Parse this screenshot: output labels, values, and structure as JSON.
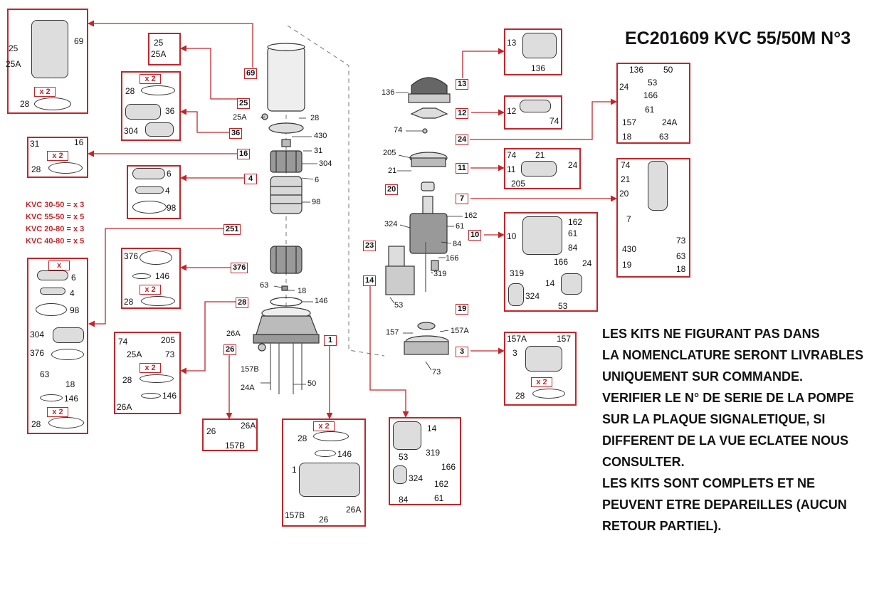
{
  "title": "EC201609 KVC 55/50M N°3",
  "notes": [
    "LES KITS NE FIGURANT PAS DANS",
    "LA NOMENCLATURE SERONT LIVRABLES",
    "UNIQUEMENT SUR COMMANDE.",
    "VERIFIER LE N° DE SERIE DE LA POMPE",
    "SUR LA PLAQUE SIGNALETIQUE, SI",
    "DIFFERENT DE LA VUE ECLATEE NOUS",
    "CONSULTER.",
    "LES KITS SONT COMPLETS ET NE",
    "PEUVENT ETRE DEPAREILLES (AUCUN",
    "RETOUR PARTIEL)."
  ],
  "stage_variants": [
    "KVC 30-50 = x 3",
    "KVC 55-50 = x 5",
    "KVC 20-80 = x 3",
    "KVC 40-80 = x 5"
  ],
  "qty": {
    "x2": "x 2",
    "x": "x"
  },
  "kits": {
    "k69": {
      "ref": "69",
      "parts": [
        "25",
        "25A",
        "69",
        "28"
      ]
    },
    "k25": {
      "ref": "25",
      "parts": [
        "25",
        "25A"
      ]
    },
    "k36": {
      "ref": "36",
      "parts": [
        "28",
        "36",
        "304"
      ]
    },
    "k16": {
      "ref": "16",
      "parts": [
        "31",
        "16",
        "28"
      ]
    },
    "k4": {
      "ref": "4",
      "parts": [
        "6",
        "4",
        "98"
      ]
    },
    "k251": {
      "ref": "251",
      "parts": [
        "6",
        "4",
        "98",
        "304",
        "376",
        "63",
        "18",
        "146",
        "28"
      ]
    },
    "k376": {
      "ref": "376",
      "parts": [
        "376",
        "146",
        "28"
      ]
    },
    "k28": {
      "ref": "28",
      "parts": [
        "74",
        "205",
        "25A",
        "73",
        "28",
        "146",
        "26A"
      ]
    },
    "k26": {
      "ref": "26",
      "parts": [
        "26",
        "26A",
        "157B"
      ]
    },
    "k1": {
      "ref": "1",
      "parts": [
        "28",
        "146",
        "1",
        "157B",
        "26",
        "26A"
      ]
    },
    "k13": {
      "ref": "13",
      "parts": [
        "13",
        "136"
      ]
    },
    "k12": {
      "ref": "12",
      "parts": [
        "12",
        "74"
      ]
    },
    "k24": {
      "ref": "24",
      "parts": [
        "136",
        "50",
        "24",
        "53",
        "166",
        "61",
        "157",
        "24A",
        "18",
        "63"
      ]
    },
    "k11": {
      "ref": "11",
      "parts": [
        "74",
        "21",
        "11",
        "24",
        "205"
      ]
    },
    "k20": {
      "ref": "20"
    },
    "k7": {
      "ref": "7",
      "parts": [
        "74",
        "21",
        "20",
        "7",
        "73",
        "430",
        "63",
        "19",
        "18"
      ]
    },
    "k10": {
      "ref": "10",
      "parts": [
        "162",
        "10",
        "61",
        "84",
        "166",
        "24",
        "319",
        "14",
        "324",
        "53"
      ]
    },
    "k23": {
      "ref": "23"
    },
    "k14": {
      "ref": "14",
      "parts": [
        "14",
        "53",
        "319",
        "166",
        "324",
        "162",
        "84",
        "61"
      ]
    },
    "k19": {
      "ref": "19"
    },
    "k3": {
      "ref": "3",
      "parts": [
        "157A",
        "157",
        "3",
        "28"
      ]
    }
  },
  "exploded_left": [
    "25A",
    "28",
    "430",
    "31",
    "304",
    "6",
    "98",
    "63",
    "18",
    "146",
    "26A",
    "157B",
    "24A",
    "50"
  ],
  "exploded_right": [
    "136",
    "74",
    "205",
    "21",
    "162",
    "61",
    "324",
    "84",
    "166",
    "319",
    "53",
    "157",
    "157A",
    "73"
  ]
}
